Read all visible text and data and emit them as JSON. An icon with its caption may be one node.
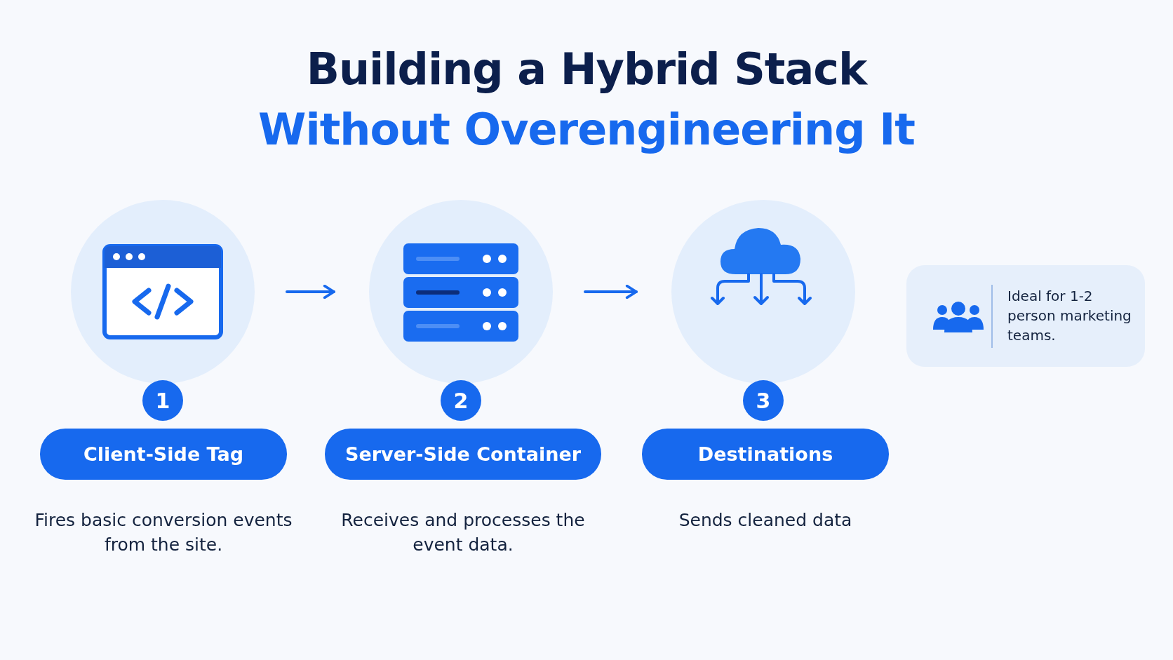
{
  "diagram": {
    "title": "Building a Hybrid Stack",
    "nodes": [
      {
        "text": [],
        "shape": "circle"
      },
      {
        "text": [],
        "shape": "circle"
      },
      {
        "text": [],
        "shape": "circle"
      },
      {
        "text": [
          "1"
        ]
      },
      {
        "text": [
          "2"
        ]
      },
      {
        "text": [
          "3"
        ]
      },
      {
        "text": [
          "Client-Side Tag"
        ],
        "beside": [
          "Fires basic conversion events from the site."
        ]
      },
      {
        "text": [
          "Server-Side Container"
        ],
        "beside": [
          "Receives and processes the event data."
        ]
      },
      {
        "text": [
          "Destinations"
        ],
        "beside": [
          "Sends cleaned data"
        ]
      },
      {
        "text": [
          "Ideal for 1-2 person marketing teams."
        ]
      }
    ],
    "edges": [
      {
        "from": 0,
        "to": 1,
        "arrow": "to"
      },
      {
        "from": 1,
        "to": 2,
        "arrow": "to"
      }
    ],
    "labels": [
      "Without Overengineering It"
    ]
  }
}
